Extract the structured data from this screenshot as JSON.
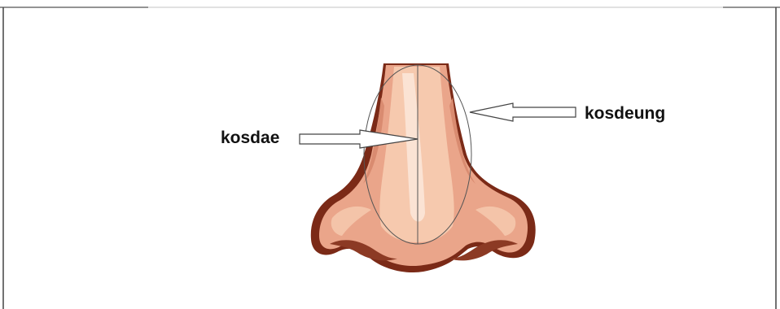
{
  "labels": {
    "kosdae": "kosdae",
    "kosdeung": "kosdeung"
  },
  "colors": {
    "skin_light": "#f6c9ae",
    "skin_mid": "#eaa58a",
    "skin_shadow": "#d98b70",
    "outline_dark": "#7b2a17",
    "nostril": "#8c3a24",
    "highlight": "#fbe3d4",
    "annotation_line": "#555555"
  },
  "icons": [
    "nose-illustration",
    "arrow-left-icon",
    "arrow-right-icon"
  ]
}
